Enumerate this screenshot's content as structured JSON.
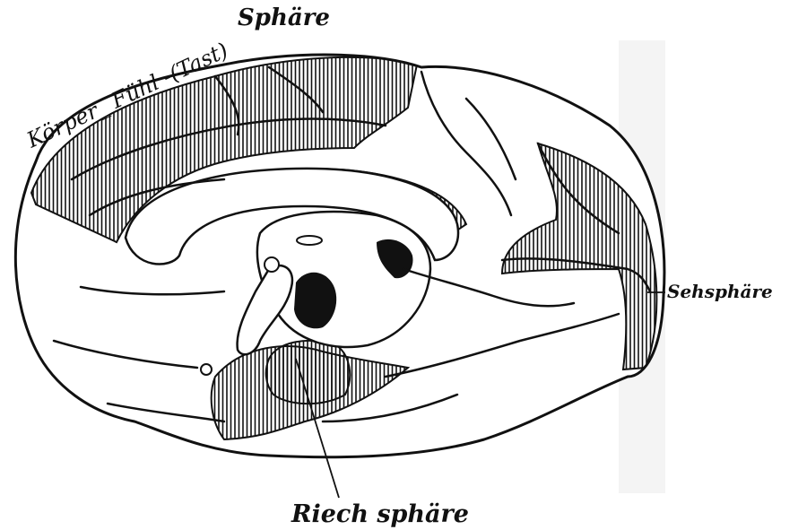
{
  "figure": {
    "labels": {
      "koerper": "Körper_ Fühl -(Tast)",
      "sphaere": "Sphäre",
      "seh": "Sehsphäre",
      "riech": "Riech sphäre"
    },
    "colors": {
      "ink": "#111111",
      "paper": "#ffffff",
      "scan_shade": "#f3f3f3"
    }
  }
}
